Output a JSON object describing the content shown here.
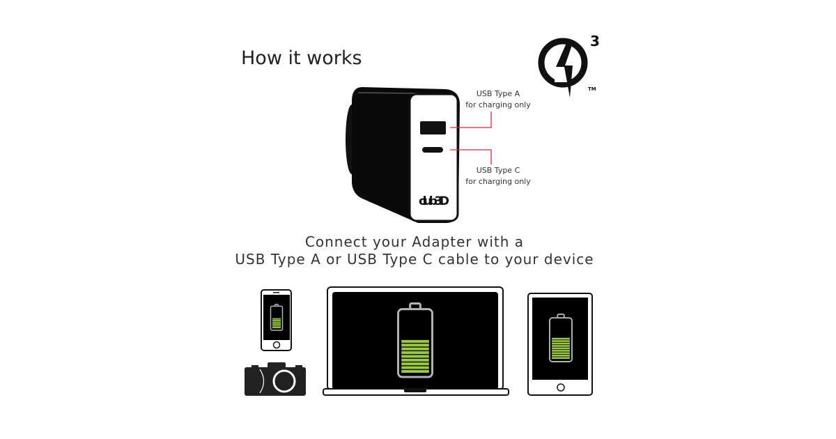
{
  "title": "How it works",
  "qc_logo": {
    "superscript": "3",
    "trademark": "TM",
    "icon": "quick-charge-icon"
  },
  "charger": {
    "brand": "club3D",
    "port_a_label": "USB Type A",
    "port_a_note": "for charging only",
    "port_c_label": "USB Type C",
    "port_c_note": "for charging only"
  },
  "headline": {
    "line1": "Connect your Adapter with a",
    "line2": "USB Type A or USB Type C cable to your device"
  },
  "devices": [
    {
      "name": "smartphone",
      "battery_level": 0.5
    },
    {
      "name": "camera"
    },
    {
      "name": "laptop",
      "battery_level": 0.55
    },
    {
      "name": "tablet",
      "battery_level": 0.55
    }
  ],
  "colors": {
    "callout_line": "#e0233a",
    "battery_fill": "#9bc93c",
    "battery_outline": "#b4b4b4",
    "text": "#222222"
  }
}
